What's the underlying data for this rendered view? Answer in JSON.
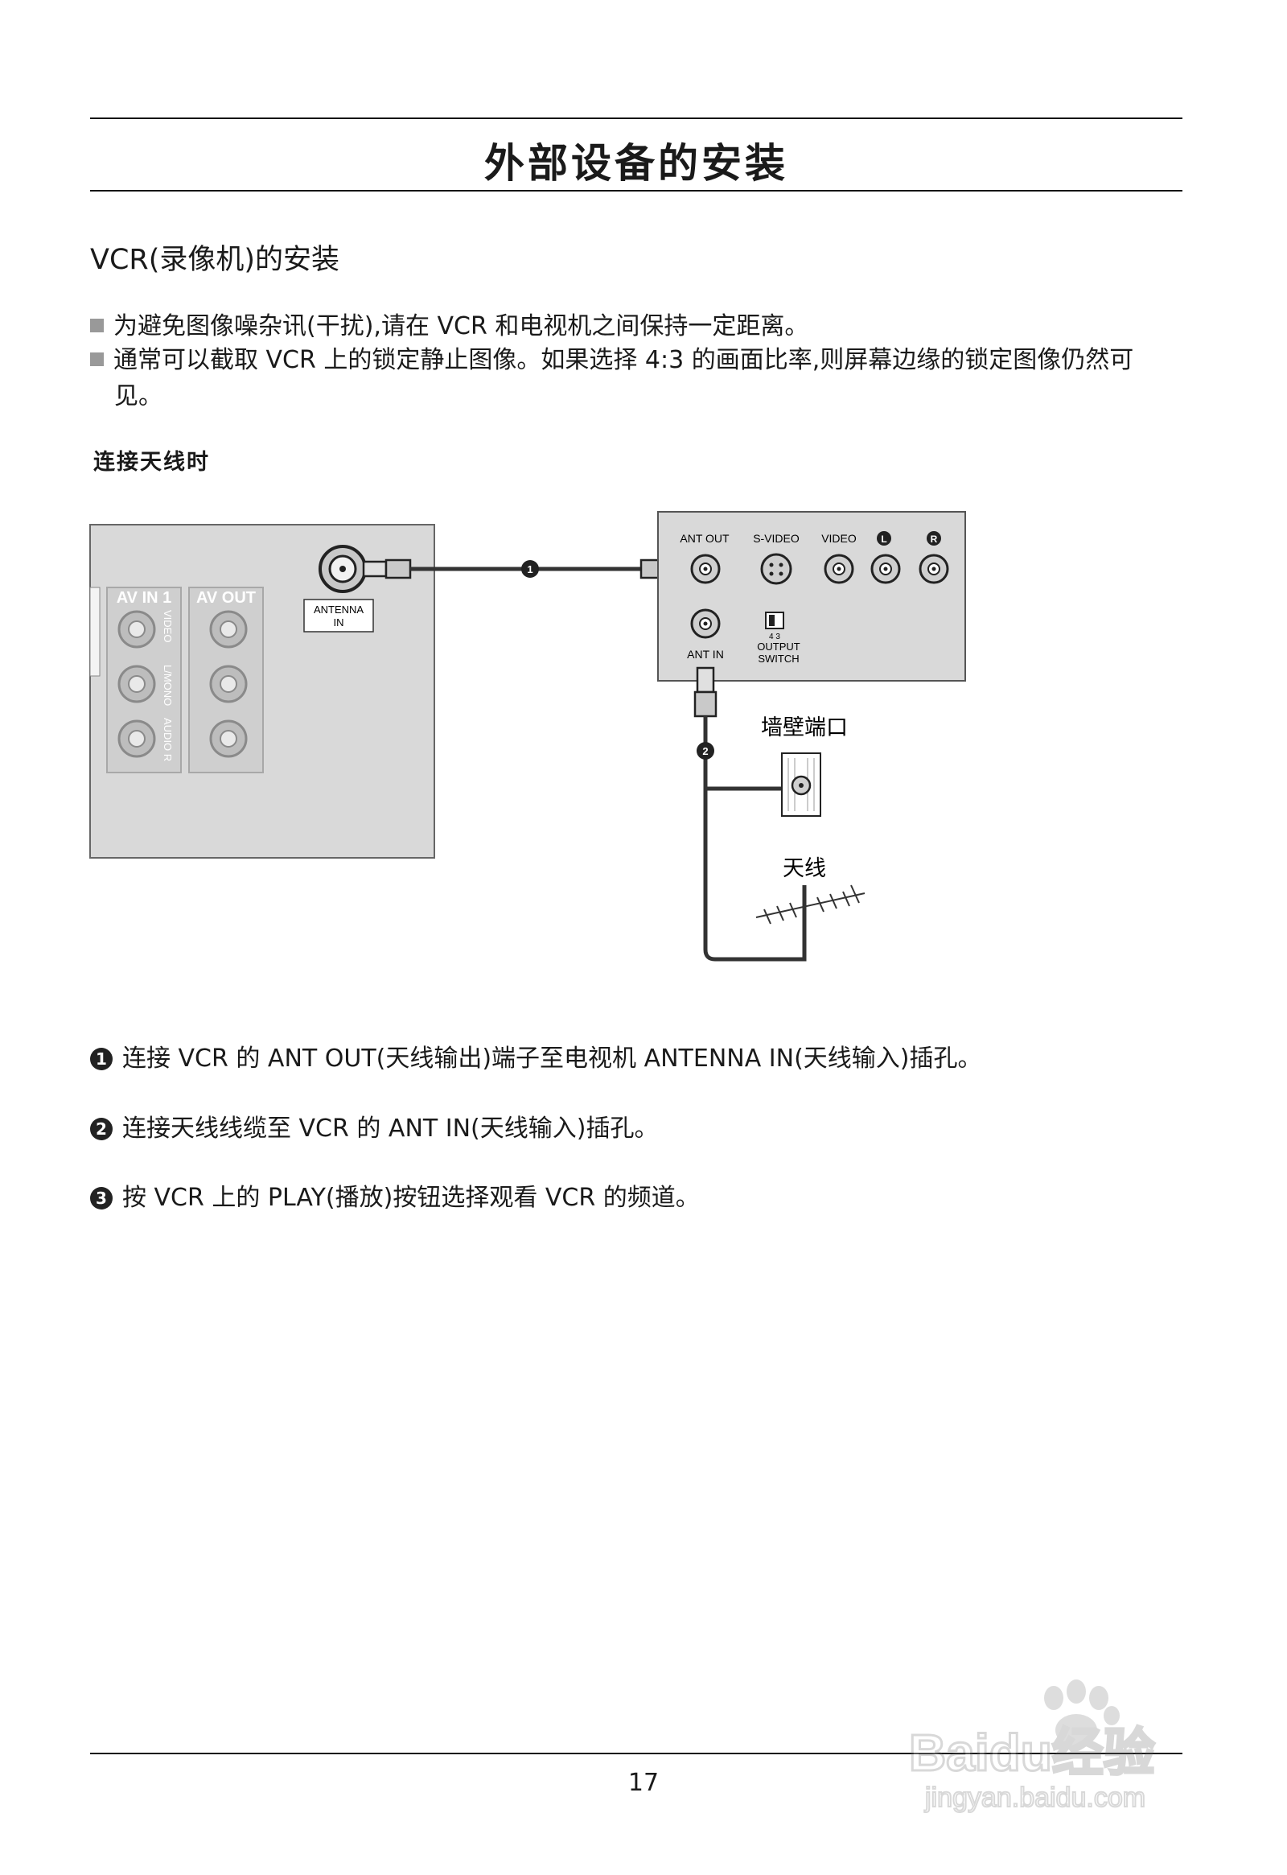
{
  "page": {
    "title": "外部设备的安装",
    "section_heading": "VCR(录像机)的安装",
    "notes": [
      "为避免图像噪杂讯(干扰),请在 VCR 和电视机之间保持一定距离。",
      "通常可以截取 VCR 上的锁定静止图像。如果选择 4:3 的画面比率,则屏幕边缘的锁定图像仍然可",
      "见。"
    ],
    "subheading": "连接天线时",
    "diagram": {
      "tv_labels": {
        "av_in": "AV IN 1",
        "av_out": "AV OUT",
        "antenna_in_1": "ANTENNA",
        "antenna_in_2": "IN",
        "video": "VIDEO",
        "l_mono": "L/MONO",
        "audio_r": "AUDIO R"
      },
      "vcr_labels": {
        "ant_out": "ANT OUT",
        "s_video": "S-VIDEO",
        "video": "VIDEO",
        "l": "L",
        "r": "R",
        "ant_in": "ANT IN",
        "switch_ticks": "4  3",
        "output_1": "OUTPUT",
        "output_2": "SWITCH"
      },
      "callouts": {
        "one": "1",
        "two": "2"
      },
      "wall_port": "墙壁端口",
      "antenna": "天线"
    },
    "steps": [
      {
        "num": "1",
        "text": "连接 VCR 的 ANT OUT(天线输出)端子至电视机 ANTENNA IN(天线输入)插孔。"
      },
      {
        "num": "2",
        "text": "连接天线线缆至 VCR 的 ANT IN(天线输入)插孔。"
      },
      {
        "num": "3",
        "text": "按 VCR 上的 PLAY(播放)按钮选择观看 VCR 的频道。"
      }
    ],
    "page_number": "17",
    "watermark": {
      "brand": "Baidu经验",
      "url": "jingyan.baidu.com"
    }
  }
}
